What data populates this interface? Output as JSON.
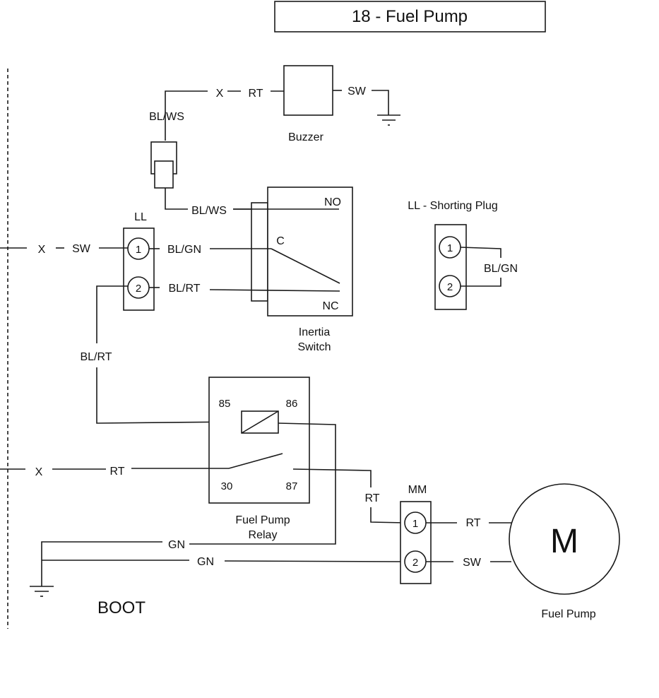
{
  "title": "18 - Fuel Pump",
  "location": "BOOT",
  "buzzer": {
    "label": "Buzzer"
  },
  "inertia_switch": {
    "label_line1": "Inertia",
    "label_line2": "Switch",
    "no": "NO",
    "c": "C",
    "nc": "NC"
  },
  "ll_connector": {
    "label": "LL",
    "pin1": "1",
    "pin2": "2"
  },
  "shorting_plug": {
    "label": "LL - Shorting Plug",
    "pin1": "1",
    "pin2": "2",
    "wire": "BL/GN"
  },
  "relay": {
    "label_line1": "Fuel Pump",
    "label_line2": "Relay",
    "t85": "85",
    "t86": "86",
    "t30": "30",
    "t87": "87"
  },
  "mm_connector": {
    "label": "MM",
    "pin1": "1",
    "pin2": "2"
  },
  "fuel_pump": {
    "symbol": "M",
    "label": "Fuel Pump"
  },
  "wires": {
    "buzzer_x": "X",
    "buzzer_rt": "RT",
    "buzzer_sw": "SW",
    "blws_upper": "BL/WS",
    "blws_lower": "BL/WS",
    "ll_x": "X",
    "ll_sw": "SW",
    "blgn": "BL/GN",
    "blrt_right": "BL/RT",
    "blrt_down": "BL/RT",
    "relay_x": "X",
    "relay_rt": "RT",
    "gn_upper": "GN",
    "gn_lower": "GN",
    "rt_87": "RT",
    "pump_rt": "RT",
    "pump_sw": "SW"
  }
}
